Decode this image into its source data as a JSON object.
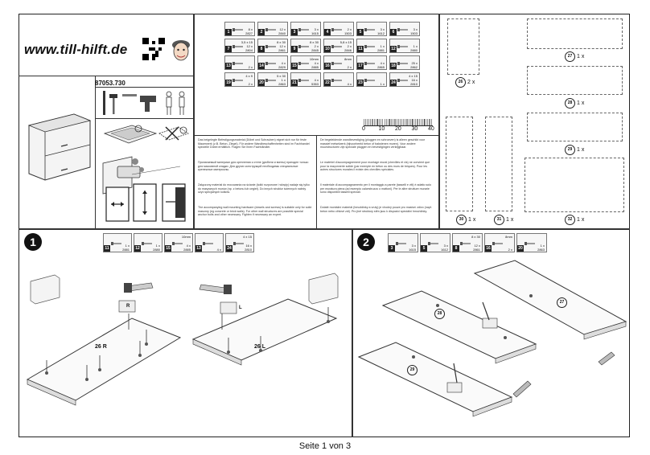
{
  "brand": {
    "website": "www.till-hilft.de",
    "article_number": "87053.730"
  },
  "hardware": [
    {
      "num": "1",
      "qty": "8 x",
      "code": "2827",
      "dim": ""
    },
    {
      "num": "2",
      "qty": "12 x",
      "code": "2840",
      "dim": ""
    },
    {
      "num": "3",
      "qty": "3 x",
      "code": "1615",
      "dim": ""
    },
    {
      "num": "4",
      "qty": "2 x",
      "code": "1503",
      "dim": ""
    },
    {
      "num": "5",
      "qty": "3 x",
      "code": "1612",
      "dim": ""
    },
    {
      "num": "6",
      "qty": "3 x",
      "code": "1503",
      "dim": ""
    },
    {
      "num": "7",
      "qty": "12 x",
      "code": "2804",
      "dim": "3,5 x 15"
    },
    {
      "num": "8",
      "qty": "12 x",
      "code": "2861",
      "dim": "8 x 30"
    },
    {
      "num": "9",
      "qty": "2 x",
      "code": "2845",
      "dim": "8 x 30"
    },
    {
      "num": "10",
      "qty": "2 x",
      "code": "2846",
      "dim": "5,8 x 15"
    },
    {
      "num": "11",
      "qty": "1 x",
      "code": "2881",
      "dim": ""
    },
    {
      "num": "12",
      "qty": "1 x",
      "code": "2880",
      "dim": ""
    },
    {
      "num": "13",
      "qty": "2 x",
      "code": "",
      "dim": ""
    },
    {
      "num": "14",
      "qty": "4 x",
      "code": "2829",
      "dim": ""
    },
    {
      "num": "15",
      "qty": "4 x",
      "code": "2885",
      "dim": "10mm"
    },
    {
      "num": "16",
      "qty": "2 x",
      "code": "",
      "dim": "8mm"
    },
    {
      "num": "17",
      "qty": "4 x",
      "code": "2865",
      "dim": ""
    },
    {
      "num": "18",
      "qty": "25 x",
      "code": "2862",
      "dim": ""
    },
    {
      "num": "19",
      "qty": "2 x",
      "code": "",
      "dim": "4 x 9"
    },
    {
      "num": "20",
      "qty": "1 x",
      "code": "2863",
      "dim": "5 x 30"
    },
    {
      "num": "21",
      "qty": "4 x",
      "code": "5353",
      "dim": ""
    },
    {
      "num": "22",
      "qty": "4 x",
      "code": "",
      "dim": ""
    },
    {
      "num": "23",
      "qty": "1 x",
      "code": "",
      "dim": ""
    },
    {
      "num": "24",
      "qty": "16 x",
      "code": "2810",
      "dim": "4 x 15"
    }
  ],
  "ruler": [
    "0",
    "10",
    "20",
    "30",
    "40"
  ],
  "info_texts": [
    "Das beigelegte Befestigungsmaterial (Dübel und Schrauben) eignet sich nur für feste Mauerwerk (z.B. Beton, Ziegel). Für andere Wandbeschaffenheiten sind im Fachhandel spezielle Dübel erhältlich. Fragen Sie Ihren Fachhändler.",
    "De begeleidende wandbevestiging (pluggen en schroeven) is alleen geschikt voor massief metselwerk (bijvoorbeeld beton of bakstenen muren). Voor andere muurstructuren zijn speciale pluggen en bevestigingen verkrijgbaar.",
    "Прилагаемый материал для крепления к стене (дюбели и винты) пригоден только для массивной кладки. Для других конструкций необходимы специальные крепежные материалы.",
    "Le matériel d'accompagnement pour montage mural (chevilles et vis) ne convient que pour la maçonnerie solide (par exemple en béton ou des murs de briques). Pour les autres structures murales il existe des chevilles spéciales.",
    "Załączony materiał do mocowania na ścianie (kołki rozporowe i wkręty) nadaje się tylko do masywnych murów (np. z betonu lub cegieł). Do innych struktur ściennych należy użyć specjalnych kołków.",
    "Il materiale di accompagnamento per il montaggio a parete (tasselli e viti) è adatto solo per muratura piena (ad esempio calcestruzzo o mattoni). Per le altre strutture murarie sono disponibili tasselli speciali.",
    "The accompanying wall mounting hardware (dowels and screws) is suitable only for solid masonry (eg concrete or brick walls). For other wall structures are possible special anchor bolts and other necessary. Fighten if necessary an expert.",
    "Dotaté montážní materiál (hmoždinky a vruty) je vhodný pouze pro masivní zdivo (např. beton nebo cihlové zdi). Pro jiné struktury stěn jsou k dispozici speciální hmoždinky."
  ],
  "panels": [
    {
      "num": "26",
      "qty": "2 x"
    },
    {
      "num": "27",
      "qty": "1 x"
    },
    {
      "num": "28",
      "qty": "1 x"
    },
    {
      "num": "29",
      "qty": "1 x"
    },
    {
      "num": "30",
      "qty": "1 x"
    },
    {
      "num": "31",
      "qty": "1 x"
    },
    {
      "num": "32",
      "qty": "1 x"
    }
  ],
  "steps": [
    {
      "num": "1",
      "parts": [
        {
          "num": "11",
          "qty": "1 x",
          "code": "2881",
          "dim": ""
        },
        {
          "num": "12",
          "qty": "1 x",
          "code": "2880",
          "dim": ""
        },
        {
          "num": "15",
          "qty": "4 x",
          "code": "2885",
          "dim": "10mm"
        },
        {
          "num": "13",
          "qty": "4 x",
          "code": "",
          "dim": ""
        },
        {
          "num": "24",
          "qty": "16 x",
          "code": "2810",
          "dim": "4 x 15"
        }
      ],
      "labels": [
        "26 R",
        "26 L",
        "R",
        "L"
      ]
    },
    {
      "num": "2",
      "parts": [
        {
          "num": "3",
          "qty": "3 x",
          "code": "1615",
          "dim": ""
        },
        {
          "num": "5",
          "qty": "3 x",
          "code": "1612",
          "dim": ""
        },
        {
          "num": "8",
          "qty": "12 x",
          "code": "2861",
          "dim": "8 x 30"
        },
        {
          "num": "16",
          "qty": "2 x",
          "code": "",
          "dim": "8mm"
        },
        {
          "num": "20",
          "qty": "1 x",
          "code": "2863",
          "dim": ""
        }
      ],
      "labels": [
        "27",
        "28",
        "29"
      ]
    }
  ],
  "footer": "Seite 1 von 3"
}
